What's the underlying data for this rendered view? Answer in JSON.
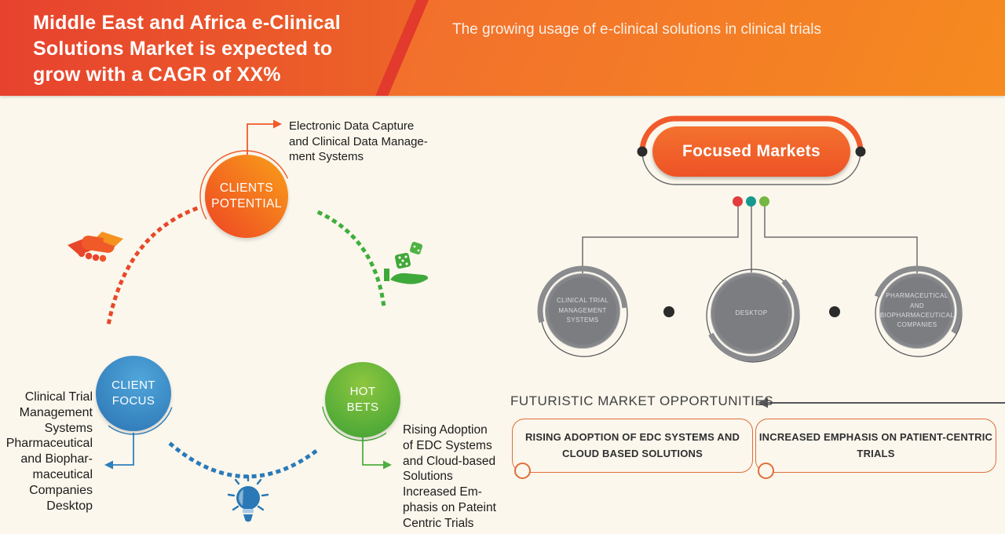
{
  "header": {
    "title": "Middle East and Africa e-Clinical\nSolutions Market is expected to\ngrow with a CAGR of XX%",
    "subtitle": "The growing usage of e-clinical solutions in clinical trials"
  },
  "left_diagram": {
    "clients_potential": {
      "label": "CLIENTS\nPOTENTIAL",
      "note": "Electronic Data Capture\nand Clinical Data Manage-\nment Systems",
      "icon": "handshake-icon",
      "color": "#F05A28"
    },
    "client_focus": {
      "label": "CLIENT\nFOCUS",
      "note": "Clinical Trial\nManagement\nSystems\nPharmaceutical\nand Biophar-\nmaceutical\nCompanies\nDesktop",
      "icon": "lightbulb-icon",
      "color": "#2E7FBD"
    },
    "hot_bets": {
      "label": "HOT\nBETS",
      "note": "Rising Adoption\nof EDC Systems\nand Cloud-based\nSolutions\nIncreased Em-\nphasis on Pateint\nCentric Trials",
      "icon": "hand-dice-icon",
      "color": "#45A838"
    }
  },
  "focused_markets": {
    "title": "Focused Markets",
    "pill_color": "#F15A2B",
    "dot_colors": [
      "#E23C3C",
      "#17998F",
      "#74B742"
    ],
    "nodes": [
      {
        "label": "CLINICAL TRIAL\nMANAGEMENT\nSYSTEMS"
      },
      {
        "label": "DESKTOP"
      },
      {
        "label": "PHARMACEUTICAL\nAND\nBIOPHARMACEUTICAL\nCOMPANIES"
      }
    ]
  },
  "opportunities": {
    "heading": "FUTURISTIC MARKET OPPORTUNITIES",
    "border_color": "#DF6E3B",
    "items": [
      {
        "label": "RISING ADOPTION OF EDC SYSTEMS AND\nCLOUD BASED SOLUTIONS"
      },
      {
        "label": "INCREASED EMPHASIS ON PATIENT-CENTRIC\nTRIALS"
      }
    ]
  },
  "colors": {
    "background": "#FBF7EC",
    "header_gradient": [
      "#E7422E",
      "#F6951F"
    ],
    "header_stripe": "#E23A2C",
    "gray_node": "#7C7D81",
    "node_dot": "#2B2B2B"
  }
}
